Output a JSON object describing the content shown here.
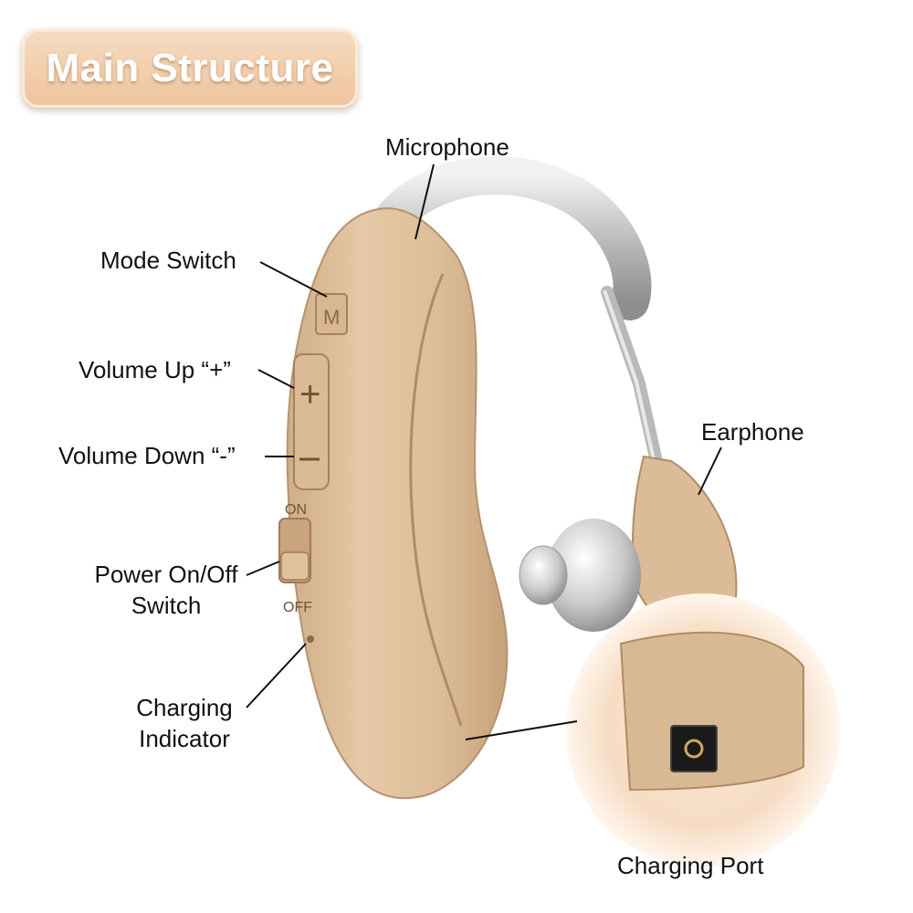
{
  "title": "Main Structure",
  "labels": {
    "microphone": "Microphone",
    "mode_switch": "Mode Switch",
    "volume_up": "Volume Up “+”",
    "volume_down": "Volume Down “-”",
    "power_switch_line1": "Power On/Off",
    "power_switch_line2": "Switch",
    "charging_indicator_line1": "Charging",
    "charging_indicator_line2": "Indicator",
    "earphone": "Earphone",
    "charging_port": "Charging Port"
  },
  "device_marks": {
    "mode_key": "M",
    "plus": "+",
    "on": "ON",
    "off": "OFF"
  },
  "colors": {
    "body": "#dfc09d",
    "body_shadow": "#c9a47e",
    "tube": "#c8c8c8",
    "badge": "#eec39c",
    "text": "#111111"
  }
}
